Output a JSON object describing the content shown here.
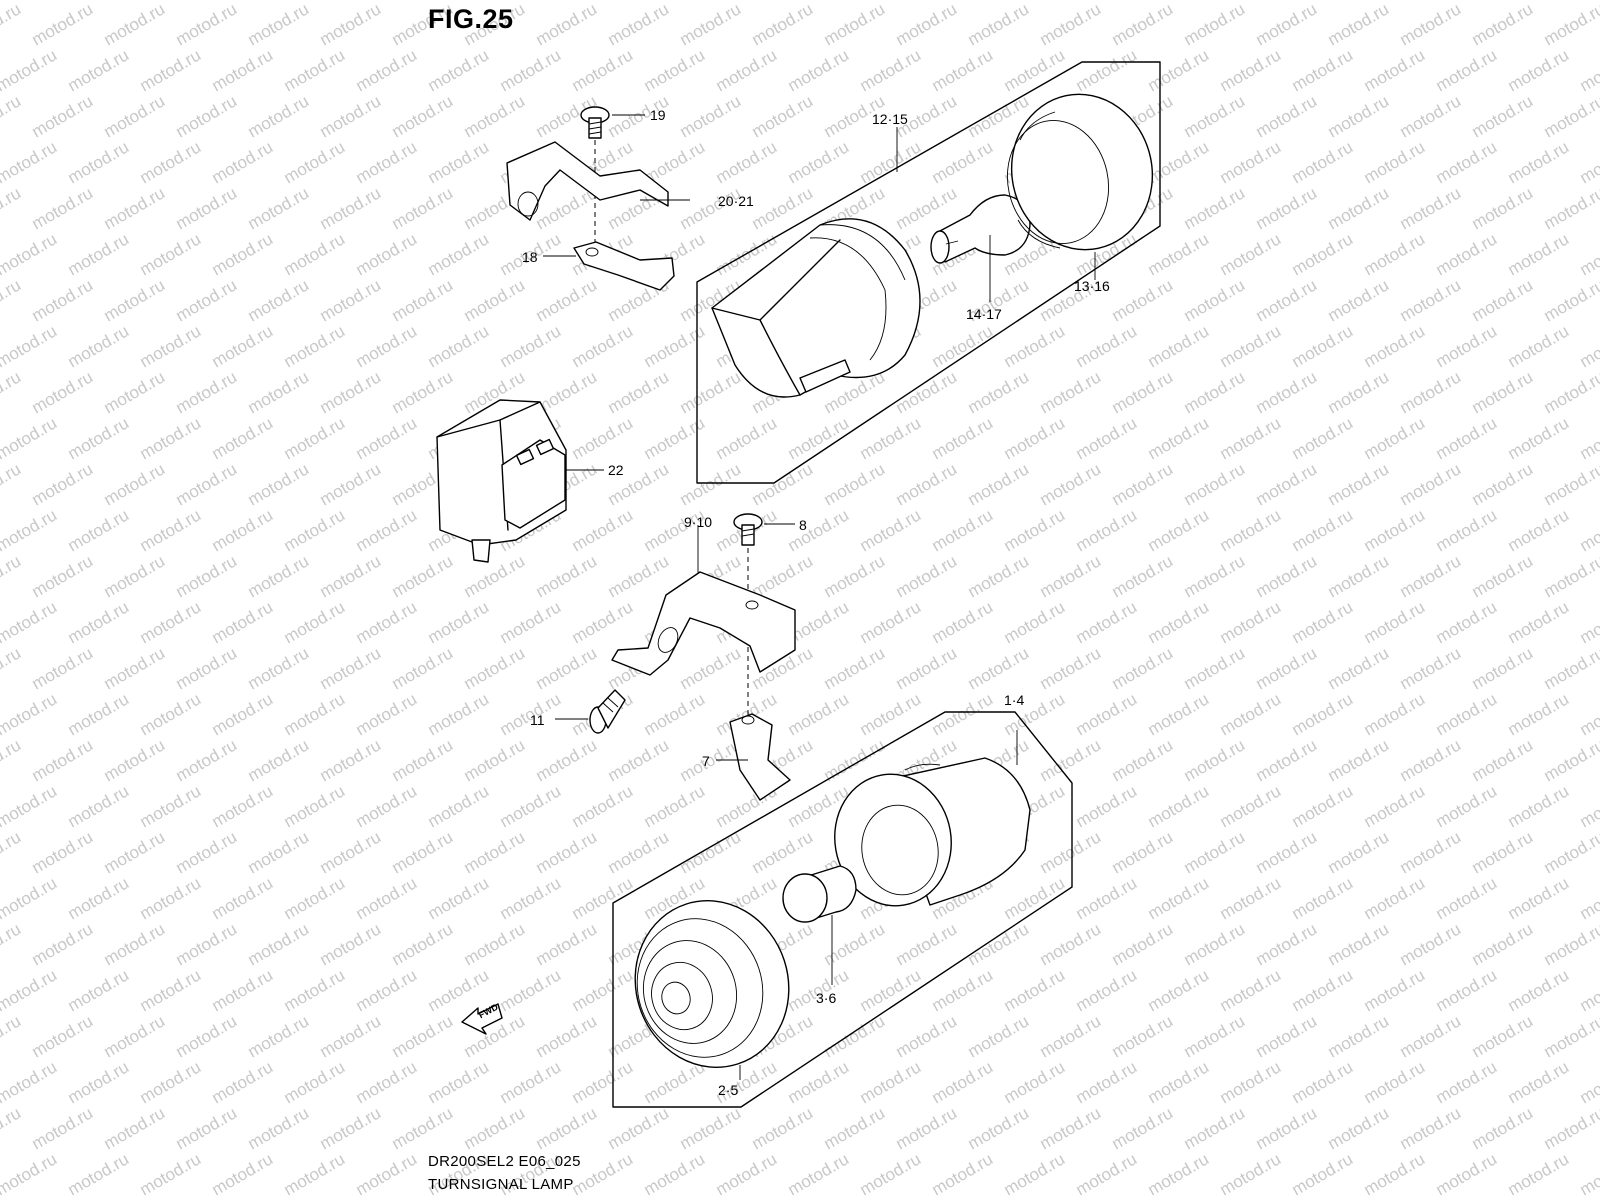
{
  "figure": {
    "title": "FIG.25",
    "model_code": "DR200SEL2 E06_025",
    "caption": "TURNSIGNAL LAMP",
    "watermark": "motod.ru",
    "direction_badge": "FWD"
  },
  "callouts": [
    {
      "id": "19",
      "label": "19"
    },
    {
      "id": "20-21",
      "label": "20·21"
    },
    {
      "id": "18",
      "label": "18"
    },
    {
      "id": "12-15",
      "label": "12·15"
    },
    {
      "id": "13-16",
      "label": "13·16"
    },
    {
      "id": "14-17",
      "label": "14·17"
    },
    {
      "id": "22",
      "label": "22"
    },
    {
      "id": "9-10",
      "label": "9·10"
    },
    {
      "id": "8",
      "label": "8"
    },
    {
      "id": "11",
      "label": "11"
    },
    {
      "id": "7",
      "label": "7"
    },
    {
      "id": "1-4",
      "label": "1·4"
    },
    {
      "id": "3-6",
      "label": "3·6"
    },
    {
      "id": "2-5",
      "label": "2·5"
    }
  ]
}
